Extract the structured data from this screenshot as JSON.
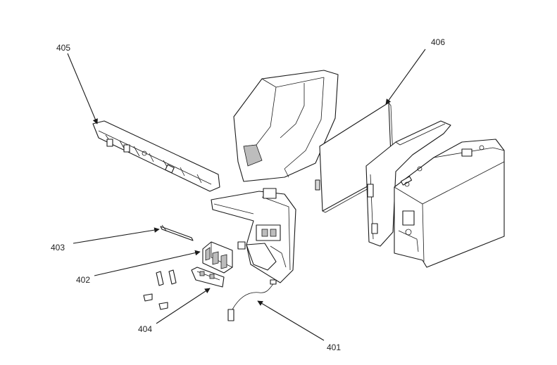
{
  "callouts": [
    {
      "id": "401",
      "label": "401"
    },
    {
      "id": "402",
      "label": "402"
    },
    {
      "id": "403",
      "label": "403"
    },
    {
      "id": "404",
      "label": "404"
    },
    {
      "id": "405",
      "label": "405"
    },
    {
      "id": "406",
      "label": "406"
    }
  ],
  "colors": {
    "line": "#1a1a1a",
    "background": "#ffffff",
    "shade": "#bdbdbd"
  }
}
